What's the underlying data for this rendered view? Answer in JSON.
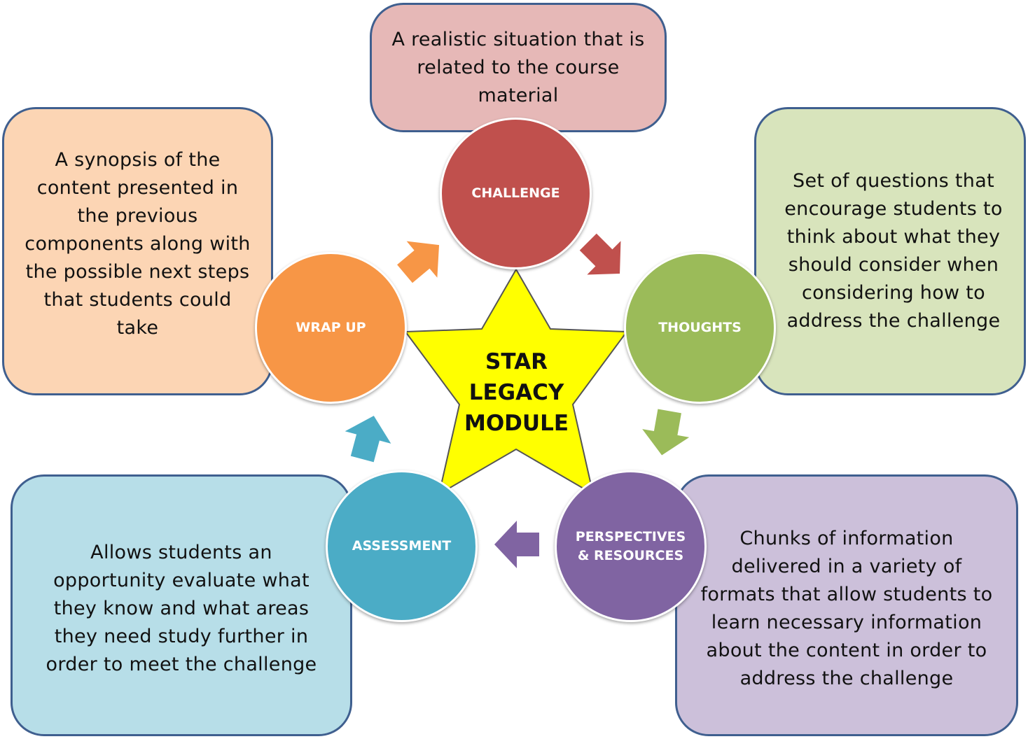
{
  "center": {
    "label": "STAR\nLEGACY\nMODULE",
    "color": "#ffff00"
  },
  "components": [
    {
      "id": "challenge",
      "label": "CHALLENGE",
      "color": "#c0504d",
      "description": "A realistic situation that is\nrelated to the course\nmaterial",
      "box_color": "#e6b8b7"
    },
    {
      "id": "thoughts",
      "label": "THOUGHTS",
      "color": "#9bbb59",
      "description": "Set of questions that\nencourage students to\nthink about what they\nshould consider when\nconsidering how to\naddress the challenge",
      "box_color": "#d8e4bc"
    },
    {
      "id": "perspectives",
      "label": "PERSPECTIVES\n& RESOURCES",
      "color": "#8064a2",
      "description": "Chunks of information\ndelivered in a variety of\nformats that allow students to\nlearn necessary information\nabout the content in order to\naddress the challenge",
      "box_color": "#ccc0da"
    },
    {
      "id": "assessment",
      "label": "ASSESSMENT",
      "color": "#4bacc6",
      "description": "Allows students an\nopportunity evaluate what\nthey know and what areas\nthey need study further in\norder to meet the challenge",
      "box_color": "#b7dee8"
    },
    {
      "id": "wrapup",
      "label": "WRAP UP",
      "color": "#f79646",
      "description": "A synopsis of the\ncontent presented in\nthe previous\ncomponents along with\nthe possible next steps\nthat students could\ntake",
      "box_color": "#fcd5b4"
    }
  ],
  "arrows": [
    {
      "from": "challenge",
      "to": "thoughts",
      "color": "#c0504d"
    },
    {
      "from": "thoughts",
      "to": "perspectives",
      "color": "#9bbb59"
    },
    {
      "from": "perspectives",
      "to": "assessment",
      "color": "#8064a2"
    },
    {
      "from": "assessment",
      "to": "wrapup",
      "color": "#4bacc6"
    },
    {
      "from": "wrapup",
      "to": "challenge",
      "color": "#f79646"
    }
  ],
  "box_border_color": "#3f5f8f"
}
